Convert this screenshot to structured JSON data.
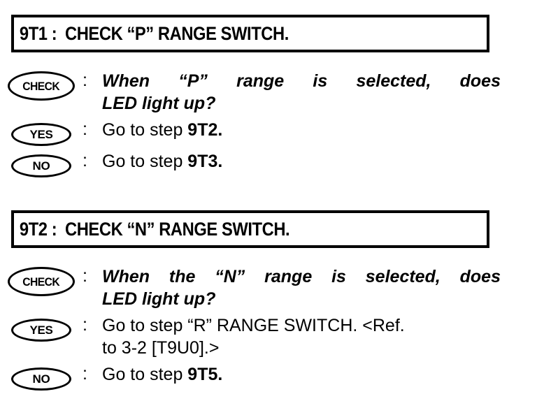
{
  "page": {
    "background_color": "#ffffff",
    "text_color": "#000000"
  },
  "blocks": [
    {
      "step_id": "9T1 :",
      "step_title": "CHECK “P” RANGE SWITCH.",
      "rows": [
        {
          "badge": "CHECK",
          "colon": ":",
          "line1_words": [
            "When",
            "“P”",
            "range",
            "is",
            "selected,",
            "does"
          ],
          "line2": "LED light up?"
        },
        {
          "badge": "YES",
          "colon": ":",
          "text_plain": "Go to step ",
          "text_bold": "9T2."
        },
        {
          "badge": "NO",
          "colon": ":",
          "text_plain": "Go to step ",
          "text_bold": "9T3."
        }
      ]
    },
    {
      "step_id": "9T2 :",
      "step_title": "CHECK “N” RANGE SWITCH.",
      "rows": [
        {
          "badge": "CHECK",
          "colon": ":",
          "line1_words": [
            "When",
            "the",
            "“N”",
            "range",
            "is",
            "selected,",
            "does"
          ],
          "line2": "LED light up?"
        },
        {
          "badge": "YES",
          "colon": ":",
          "text_plain": "Go to step “R” RANGE SWITCH. <Ref.",
          "text_line2": "to 3-2 [T9U0].>"
        },
        {
          "badge": "NO",
          "colon": ":",
          "text_plain": "Go to step ",
          "text_bold": "9T5."
        }
      ]
    }
  ]
}
